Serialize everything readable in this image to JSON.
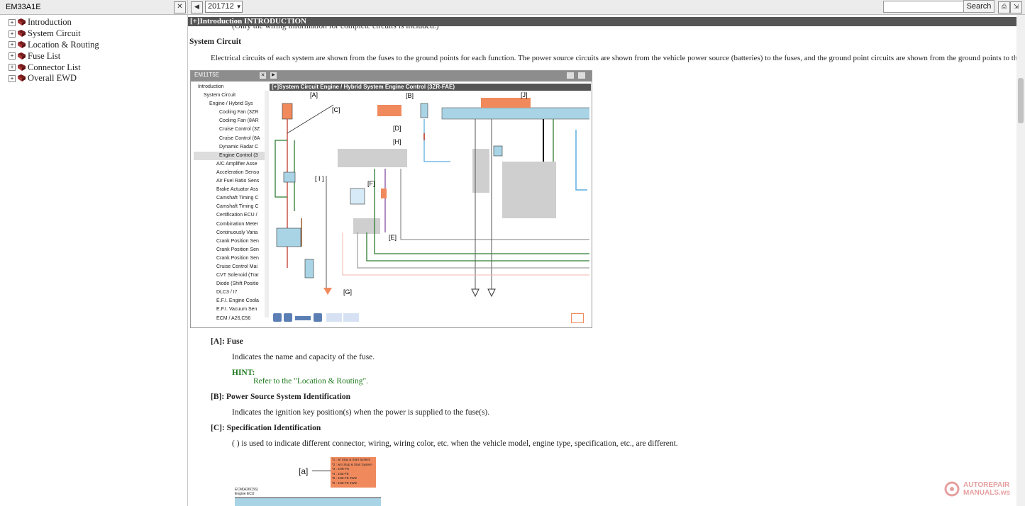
{
  "left_panel": {
    "title": "EM33A1E",
    "close": "✕",
    "tree": [
      {
        "label": "Introduction"
      },
      {
        "label": "System Circuit"
      },
      {
        "label": "Location & Routing"
      },
      {
        "label": "Fuse List"
      },
      {
        "label": "Connector List"
      },
      {
        "label": "Overall EWD"
      }
    ]
  },
  "toolbar": {
    "back": "◀",
    "version": "201712",
    "search_value": "",
    "search_button": "Search",
    "print": "⎙",
    "exit": "⇲"
  },
  "content": {
    "section_bar": "[+]Introduction  INTRODUCTION",
    "cut_text": "(Only the wiring information for complete circuits is included.)",
    "system_circuit_heading": "System Circuit",
    "system_circuit_text": "Electrical circuits of each system are shown from the fuses to the ground points for each function. The power source circuits are shown from the vehicle power source (batteries) to the fuses, and the ground point circuits are shown from the ground points to the parts.",
    "screenshot": {
      "window_title": "EM11T5E",
      "diagram_title": "[+]System Circuit  Engine / Hybrid System  Engine Control (3ZR-FAE)",
      "tree": [
        "Introduction",
        "System Circuit",
        "Engine / Hybrid Sys",
        "Cooling Fan (3ZR",
        "Cooling Fan (8AR",
        "Cruise Control (3Z",
        "Cruise Control (8A",
        "Dynamic Radar C",
        "Engine Control (3",
        "A/C Amplifier Asse",
        "Acceleration Senso",
        "Air Fuel Ratio Sens",
        "Brake Actuator Ass",
        "Camshaft Timing C",
        "Camshaft Timing C",
        "Certification ECU /",
        "Combination Meter",
        "Continuously Varia",
        "Crank Position Sen",
        "Crank Position Sen",
        "Crank Position Sen",
        "Cruise Control Mai",
        "CVT Solenoid (Trar",
        "Diode (Shift Positio",
        "DLC3 / I7",
        "E.F.I. Engine Coola",
        "E.F.I. Vacuum Sen",
        "ECM / A26,C56"
      ],
      "callouts": [
        "[A]",
        "[B]",
        "[C]",
        "[D]",
        "[H]",
        "[J]",
        "[ I ]",
        "[F]",
        "[E]",
        "[G]"
      ]
    },
    "items": [
      {
        "heading": "[A]: Fuse",
        "text": "Indicates the name and capacity of the fuse."
      },
      {
        "heading": "[B]: Power Source System Identification",
        "text": "Indicates the ignition key position(s) when the power is supplied to the fuse(s)."
      },
      {
        "heading": "[C]: Specification Identification",
        "text": "( ) is used to indicate different connector, wiring, wiring color, etc. when the vehicle model, engine type, specification, etc., are different."
      }
    ],
    "hint_label": "HINT:",
    "hint_text": "Refer to the \"Location & Routing\".",
    "figure2": {
      "callout": "[a]",
      "spec_lines": [
        "*1 : w/ Stop & Start System",
        "*2 : w/o Stop & Start System",
        "*3 : 1NR-FE",
        "*4 : 1NZ-FE",
        "*5 : 1NZ-FE 2WD",
        "*6 : 1NZ-FE 4WD"
      ],
      "ecu_label": "ECM(A26C56)\nEngine ECU"
    }
  },
  "watermark": {
    "line1": "AUTOREPAIR",
    "line2": "MANUALS.ws"
  },
  "colors": {
    "bar": "#555555",
    "hint": "#1f7a1f",
    "orange": "#f08a5d",
    "blue": "#a9d4e6"
  }
}
